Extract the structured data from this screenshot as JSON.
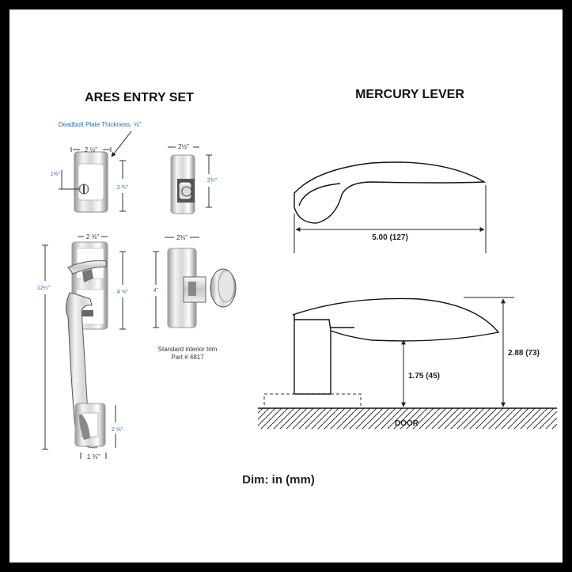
{
  "left": {
    "title": "ARES ENTRY SET",
    "deadbolt_note": "Deadbolt Plate Thickness: ⅝\"",
    "deadbolt_width": "2 ½\"",
    "deadbolt_height": "2 ¾\"",
    "deadbolt_center": "1⅜\"",
    "side_width": "2½\"",
    "side_height": "2¾\"",
    "handle_plate_width": "2 ⅝\"",
    "handle_overall": "12¼\"",
    "handle_upper": "4 ⅝\"",
    "handle_lower": "2 ⅝\"",
    "handle_bottom_width": "1 ⅜\"",
    "knob_width": "2⅜\"",
    "knob_height": "4\"",
    "trim_line1": "Standard interior trim",
    "trim_line2": "Part # 4817"
  },
  "right": {
    "title": "MERCURY LEVER",
    "length": "5.00 (127)",
    "height_top": "2.88 (73)",
    "height_center": "1.75 (45)",
    "door_label": "DOOR"
  },
  "footer": {
    "dims_note": "Dim: in (mm)"
  }
}
